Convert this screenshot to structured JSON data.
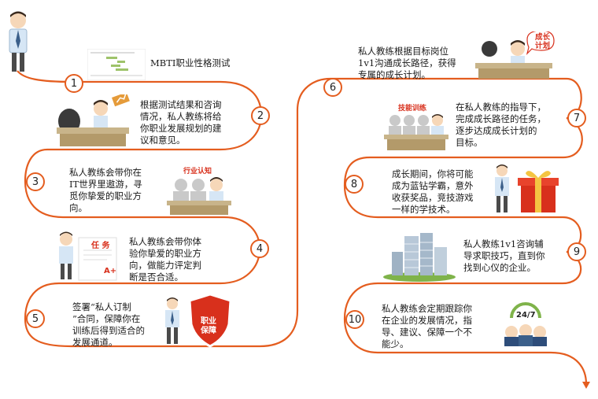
{
  "steps": [
    {
      "num": "1",
      "text": "MBTI职业性格测试"
    },
    {
      "num": "2",
      "text": "根据测试结果和咨询情况，私人教练将给你职业发展规划的建议和意见。"
    },
    {
      "num": "3",
      "text": "私人教练会带你在IT世界里遨游，寻觅你挚爱的职业方向。"
    },
    {
      "num": "4",
      "text": "私人教练会带你体验你挚爱的职业方向，做能力评定判断是否合适。"
    },
    {
      "num": "5",
      "text": "签署“私人订制”合同，保障你在训练后得到适合的发展通道。"
    },
    {
      "num": "6",
      "text": "私人教练根据目标岗位1v1沟通成长路径，获得专属的成长计划。"
    },
    {
      "num": "7",
      "text": "在私人教练的指导下，完成成长路径的任务，逐步达成成长计划的目标。"
    },
    {
      "num": "8",
      "text": "成长期间，你将可能成为蓝钻学霸，意外收获奖品，竞技游戏一样的学技术。"
    },
    {
      "num": "9",
      "text": "私人教练1v1咨询辅导求职技巧，直到你找到心仪的企业。"
    },
    {
      "num": "10",
      "text": "私人教练会定期跟踪你在企业的发展情况，指导、建议、保障一个不能少。"
    }
  ],
  "lines": {
    "s2": [
      "根据测试结果和咨询",
      "情况，私人教练将给",
      "你职业发展规划的建",
      "议和意见。"
    ],
    "s3": [
      "私人教练会带你在",
      "IT世界里遨游，寻",
      "觅你挚爱的职业方",
      "向。"
    ],
    "s4": [
      "私人教练会带你体",
      "验你挚爱的职业方",
      "向，做能力评定判",
      "断是否合适。"
    ],
    "s5": [
      "签署“私人订制",
      "”合同，保障你在",
      "训练后得到适合的",
      "发展通道。"
    ],
    "s6": [
      "私人教练根据目标岗位",
      "1v1沟通成长路径，获得",
      "专属的成长计划。"
    ],
    "s7": [
      "在私人教练的指导下，",
      "完成成长路径的任务，",
      "逐步达成成长计划的",
      "目标。"
    ],
    "s8": [
      "成长期间，你将可能",
      "成为蓝钻学霸，意外",
      "收获奖品，竞技游戏",
      "一样的学技术。"
    ],
    "s9": [
      "私人教练1v1咨询辅",
      "导求职技巧，直到你",
      "找到心仪的企业。"
    ],
    "s10": [
      "私人教练会定期跟踪你",
      "在企业的发展情况，指",
      "导、建议、保障一个不",
      "能少。"
    ]
  },
  "labels": {
    "growth_plan": [
      "成长",
      "计划"
    ],
    "skill_training": "技能训练",
    "industry_awareness": "行业认知",
    "task": "任 务",
    "grade": "A+",
    "career_guarantee": [
      "职业",
      "保障"
    ],
    "support": "24/7"
  },
  "colors": {
    "path": "#e45d1f",
    "accent_red": "#d8301c",
    "shirt_blue": "#d6e6f5",
    "tie": "#3b5f8a",
    "desk": "#c8b48a"
  }
}
